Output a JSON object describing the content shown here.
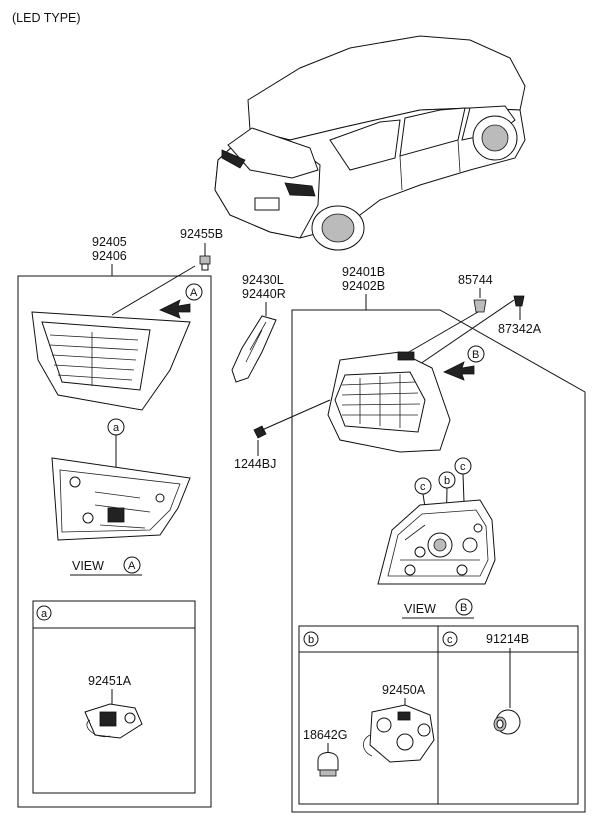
{
  "header": {
    "title": "(LED TYPE)"
  },
  "left_box": {
    "part_numbers": [
      "92405",
      "92406"
    ],
    "view_label": "VIEW",
    "view_marker": "A",
    "ref_marker": "a",
    "detail": {
      "marker": "a",
      "part_number": "92451A"
    }
  },
  "center": {
    "bolt_part": "92455B",
    "garnish_parts": [
      "92430L",
      "92440R"
    ],
    "screw_part": "1244BJ"
  },
  "right_box": {
    "part_numbers": [
      "92401B",
      "92402B"
    ],
    "clip_part": "85744",
    "screw_part": "87342A",
    "view_label": "VIEW",
    "view_marker": "B",
    "ref_markers": [
      "c",
      "b",
      "c"
    ],
    "detail_b": {
      "marker": "b",
      "socket_part": "92450A",
      "bulb_part": "18642G"
    },
    "detail_c": {
      "marker": "c",
      "part_number": "91214B"
    }
  }
}
